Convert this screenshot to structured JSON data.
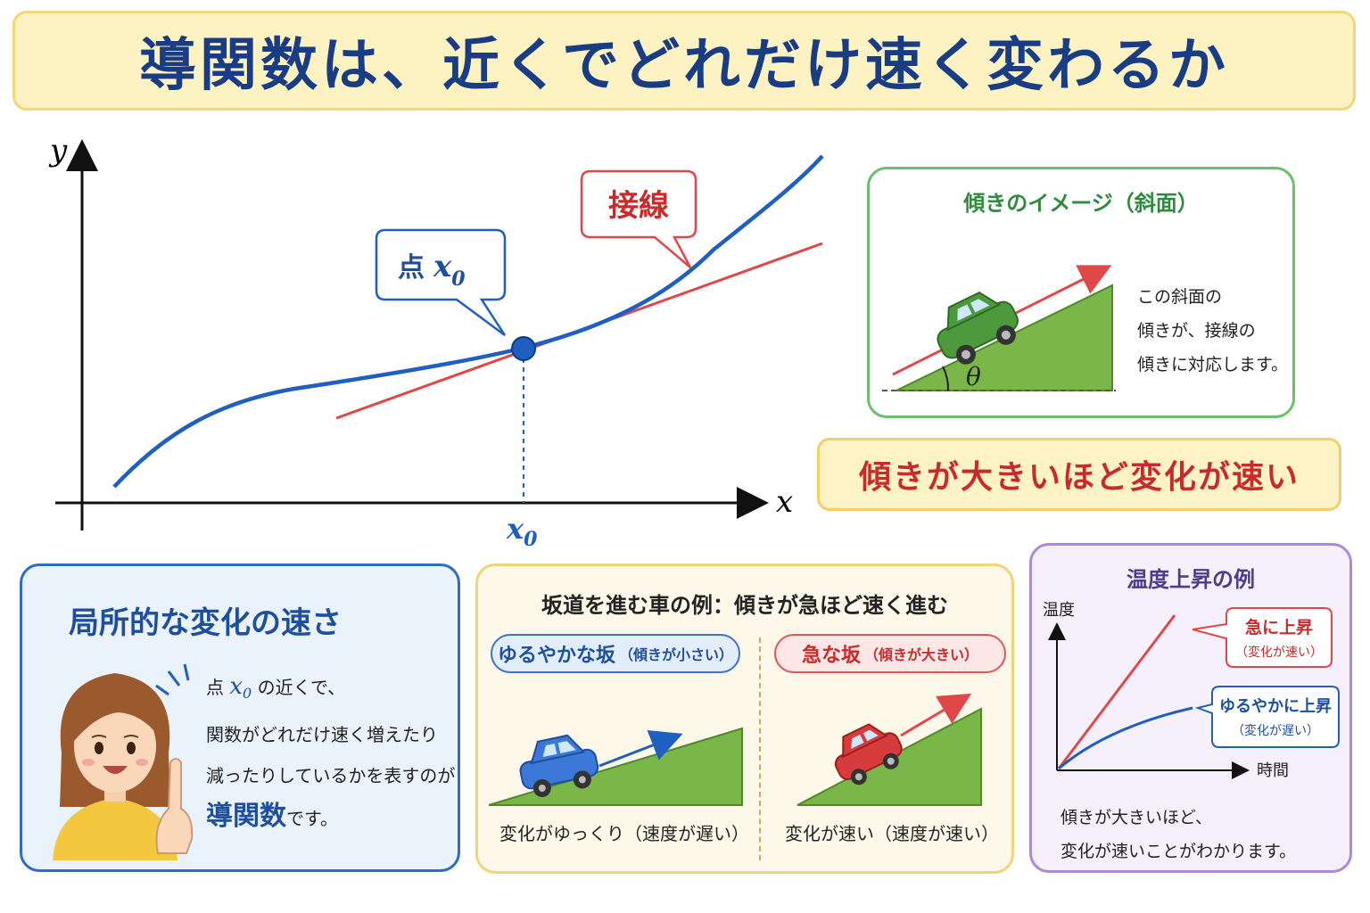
{
  "title": "導関数は、近くでどれだけ速く変わるか",
  "graph": {
    "y_label": "y",
    "x_label": "x",
    "x0_label": "x",
    "x0_sub": "0",
    "point_callout": "点",
    "point_var": "x",
    "point_sub": "0",
    "tangent_callout": "接線",
    "colors": {
      "curve": "#1f5fbf",
      "tangent": "#e04848",
      "axis": "#111111"
    }
  },
  "slope": {
    "title": "傾きのイメージ（斜面）",
    "angle": "θ",
    "lines": [
      "この斜面の",
      "傾きが、接線の",
      "傾きに対応します。"
    ]
  },
  "key_message": "傾きが大きいほど変化が速い",
  "local": {
    "title": "局所的な変化の速さ",
    "line1_a": "点",
    "line1_var": "x",
    "line1_sub": "0",
    "line1_b": "の近くで、",
    "line2": "関数がどれだけ速く増えたり",
    "line3": "減ったりしているかを表すのが",
    "line4_em": "導関数",
    "line4_b": "です。"
  },
  "car_example": {
    "title": "坂道を進む車の例：傾きが急ほど速く進む",
    "gentle_label": "ゆるやかな坂",
    "gentle_sub": "（傾きが小さい）",
    "steep_label": "急な坂",
    "steep_sub": "（傾きが大きい）",
    "gentle_caption": "変化がゆっくり（速度が遅い）",
    "steep_caption": "変化が速い（速度が速い）",
    "colors": {
      "gentle_car": "#3b78d8",
      "steep_car": "#d83b3b",
      "hill": "#7ab648"
    }
  },
  "temperature": {
    "title": "温度上昇の例",
    "y_label": "温度",
    "x_label": "時間",
    "fast_label": "急に上昇",
    "fast_sub": "（変化が速い）",
    "slow_label": "ゆるやかに上昇",
    "slow_sub": "（変化が遅い）",
    "caption_1": "傾きが大きいほど、",
    "caption_2": "変化が速いことがわかります。"
  }
}
